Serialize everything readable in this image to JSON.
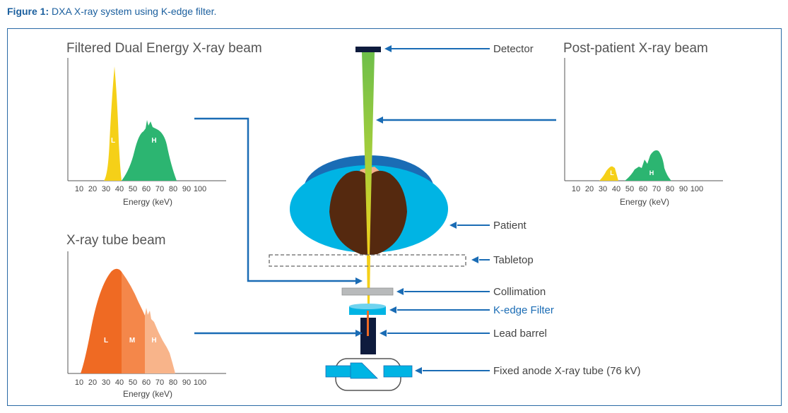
{
  "figure": {
    "prefix": "Figure 1:",
    "caption": "DXA X-ray system using K-edge filter."
  },
  "panels": {
    "filtered": {
      "title": "Filtered Dual Energy X-ray beam",
      "peak_low": "L",
      "peak_high": "H"
    },
    "post": {
      "title": "Post-patient X-ray beam",
      "peak_low": "L",
      "peak_high": "H"
    },
    "tube": {
      "title": "X-ray tube beam",
      "band_low": "L",
      "band_mid": "M",
      "band_high": "H"
    },
    "axis": {
      "xlabel": "Energy (keV)",
      "ticks": [
        "10",
        "20",
        "30",
        "40",
        "50",
        "60",
        "70",
        "80",
        "90",
        "100"
      ]
    }
  },
  "components": {
    "detector": "Detector",
    "patient": "Patient",
    "tabletop": "Tabletop",
    "collimation": "Collimation",
    "kedge": "K-edge Filter",
    "lead": "Lead barrel",
    "tube": "Fixed anode X-ray tube (76 kV)"
  },
  "colors": {
    "accent": "#1b5f9e",
    "low": "#f5d018",
    "high": "#2cb571",
    "tube_low": "#ef6a23",
    "tube_mid": "#f4874a",
    "tube_high": "#f8b48a",
    "patient_outer": "#00b4e4",
    "patient_dark": "#1a6cb5",
    "patient_core": "#55290f",
    "beam": "#8ac53f"
  }
}
